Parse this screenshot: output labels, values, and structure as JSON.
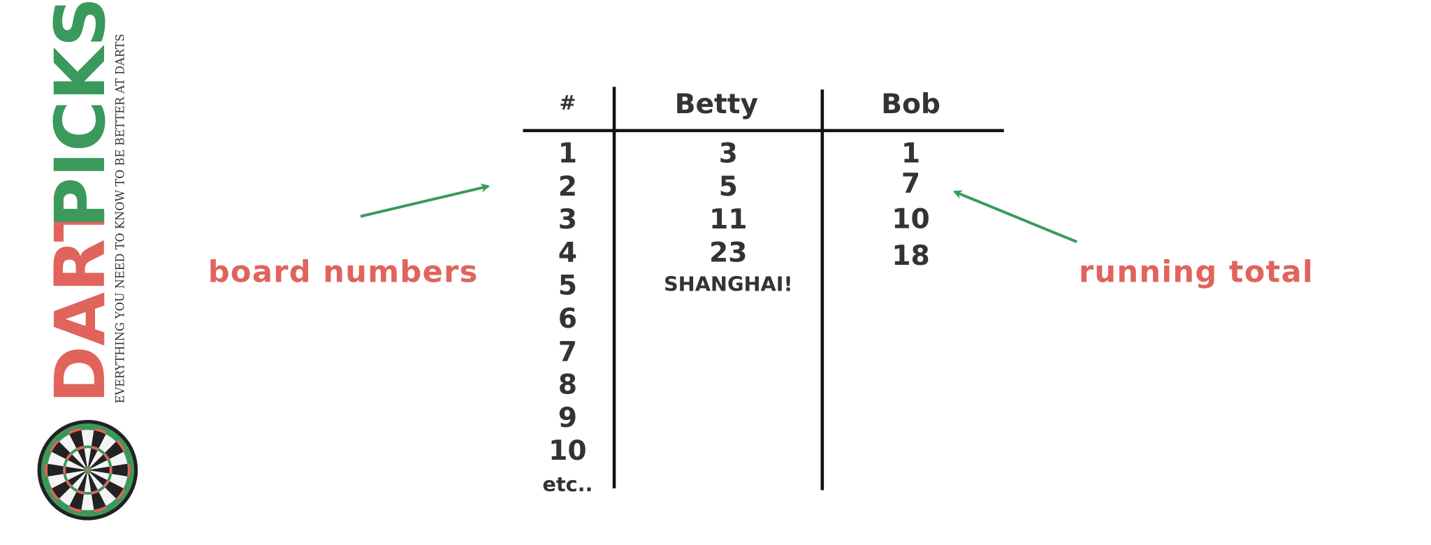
{
  "logo": {
    "word1": "DART",
    "word2": "PICKS",
    "tagline": "EVERYTHING YOU NEED TO KNOW TO BE BETTER AT DARTS",
    "icon": "dartboard-icon"
  },
  "colors": {
    "red": "#e0645c",
    "green": "#3a9a5b",
    "ink": "#333333",
    "line": "#111111"
  },
  "table": {
    "headers": [
      "#",
      "Betty",
      "Bob"
    ],
    "board_numbers": [
      "1",
      "2",
      "3",
      "4",
      "5",
      "6",
      "7",
      "8",
      "9",
      "10",
      "etc.."
    ],
    "betty": [
      "3",
      "5",
      "11",
      "23",
      "SHANGHAI!"
    ],
    "bob": [
      "1",
      "7",
      "10",
      "18"
    ]
  },
  "annotations": {
    "left": "board numbers",
    "right": "running total"
  }
}
